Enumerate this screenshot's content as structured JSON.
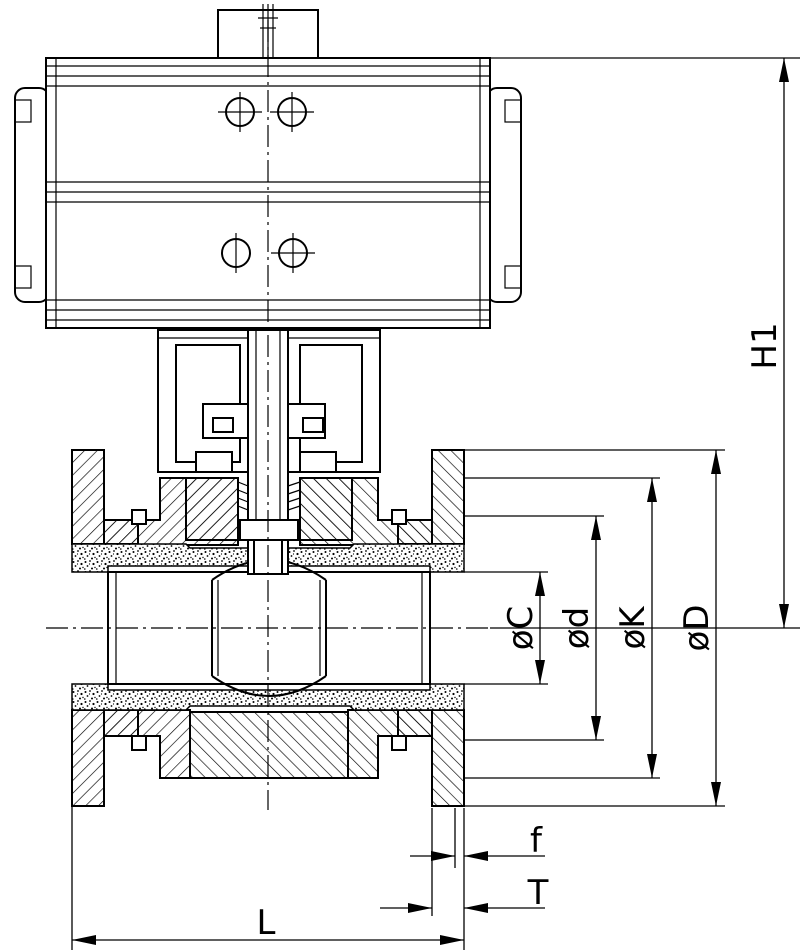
{
  "labels": {
    "H1": "H1",
    "phi_C": "øC",
    "phi_d": "ød",
    "phi_K": "øK",
    "phi_D": "øD",
    "f": "f",
    "T": "T",
    "L": "L"
  },
  "colors": {
    "line": "#000000",
    "background": "#ffffff"
  }
}
